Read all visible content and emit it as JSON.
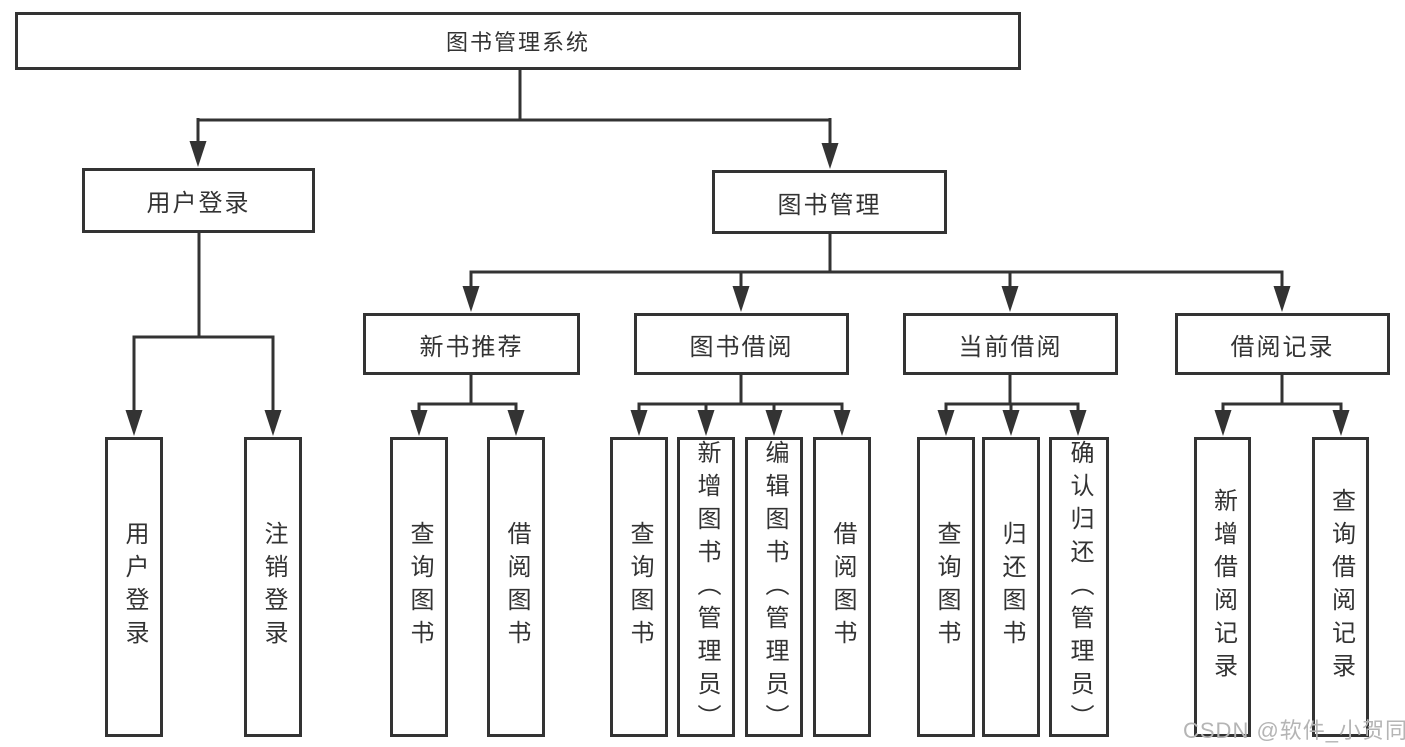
{
  "diagram": {
    "root": {
      "label": "图书管理系统"
    },
    "level2": {
      "user_login": {
        "label": "用户登录"
      },
      "book_management": {
        "label": "图书管理"
      }
    },
    "level3": {
      "new_book_recommend": {
        "label": "新书推荐"
      },
      "book_borrow": {
        "label": "图书借阅"
      },
      "current_borrow": {
        "label": "当前借阅"
      },
      "borrow_records": {
        "label": "借阅记录"
      }
    },
    "leaves": {
      "user_login_leaf": {
        "label": "用户登录"
      },
      "logout_leaf": {
        "label": "注销登录"
      },
      "recommend_query_books": {
        "label": "查询图书"
      },
      "recommend_borrow_books": {
        "label": "借阅图书"
      },
      "borrow_query_books": {
        "label": "查询图书"
      },
      "borrow_add_books_admin": {
        "label": "新增图书（管理员）"
      },
      "borrow_edit_books_admin": {
        "label": "编辑图书（管理员）"
      },
      "borrow_borrow_books": {
        "label": "借阅图书"
      },
      "current_query_books": {
        "label": "查询图书"
      },
      "current_return_books": {
        "label": "归还图书"
      },
      "current_confirm_return_admin": {
        "label": "确认归还（管理员）"
      },
      "records_add_record": {
        "label": "新增借阅记录"
      },
      "records_query_record": {
        "label": "查询借阅记录"
      }
    },
    "colors": {
      "line": "#333333",
      "box_border": "#333333",
      "text": "#333333",
      "watermark": "#b5b5b5",
      "background": "#ffffff"
    },
    "watermark": "CSDN @软件_小贺同学"
  }
}
